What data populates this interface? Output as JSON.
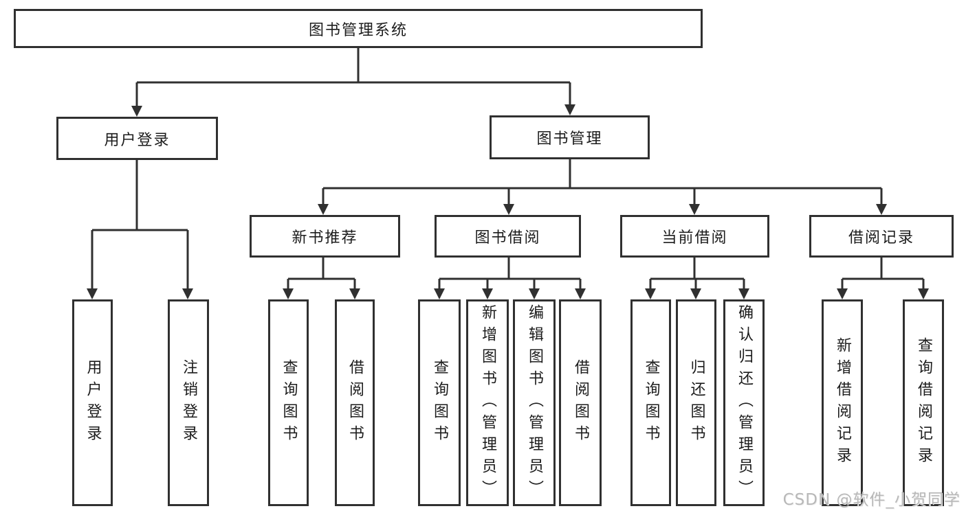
{
  "diagram": {
    "root": "图书管理系统",
    "login": {
      "label": "用户登录",
      "children": [
        "用户登录",
        "注销登录"
      ]
    },
    "mgmt": {
      "label": "图书管理",
      "groups": [
        {
          "label": "新书推荐",
          "children": [
            "查询图书",
            "借阅图书"
          ]
        },
        {
          "label": "图书借阅",
          "children": [
            "查询图书",
            "新增图书（管理员）",
            "编辑图书（管理员）",
            "借阅图书"
          ]
        },
        {
          "label": "当前借阅",
          "children": [
            "查询图书",
            "归还图书",
            "确认归还（管理员）"
          ]
        },
        {
          "label": "借阅记录",
          "children": [
            "新增借阅记录",
            "查询借阅记录"
          ]
        }
      ]
    },
    "colors": {
      "line": "#303030",
      "text": "#1c1c1c",
      "watermark": "#b8b8b8"
    }
  },
  "watermark": {
    "text": "CSDN @软件_小贺同学"
  }
}
